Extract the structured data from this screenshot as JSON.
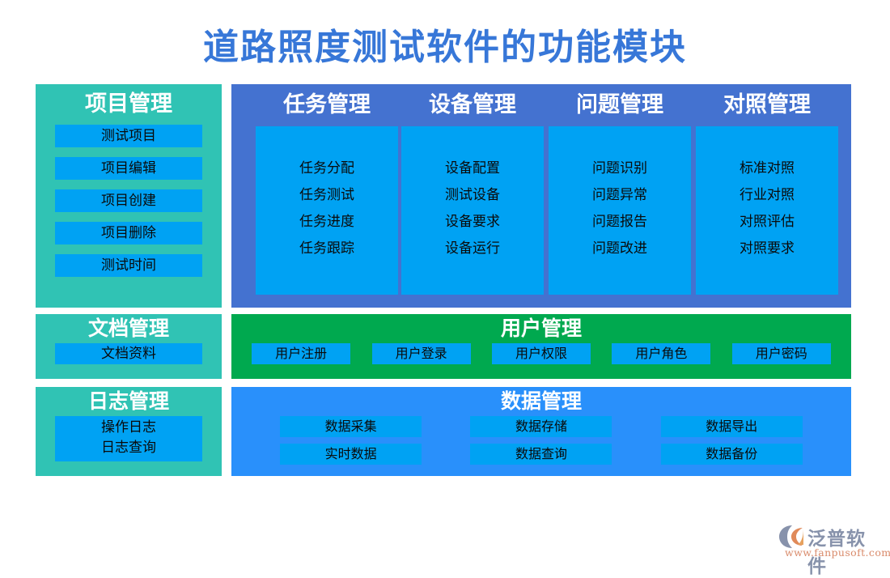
{
  "title": "道路照度测试软件的功能模块",
  "colors": {
    "title_blue": "#3777d8",
    "teal": "#30c3b4",
    "module_blue": "#4472D0",
    "chip_blue": "#00A2F3",
    "green": "#00A94F",
    "data_blue": "#2990FB",
    "logo_gray": "#8792ab",
    "logo_orange": "#d98a6a"
  },
  "row1": {
    "project": {
      "title": "项目管理",
      "items": [
        "测试项目",
        "项目编辑",
        "项目创建",
        "项目删除",
        "测试时间"
      ]
    },
    "modules": [
      {
        "title": "任务管理",
        "items": [
          "任务分配",
          "任务测试",
          "任务进度",
          "任务跟踪"
        ]
      },
      {
        "title": "设备管理",
        "items": [
          "设备配置",
          "测试设备",
          "设备要求",
          "设备运行"
        ]
      },
      {
        "title": "问题管理",
        "items": [
          "问题识别",
          "问题异常",
          "问题报告",
          "问题改进"
        ]
      },
      {
        "title": "对照管理",
        "items": [
          "标准对照",
          "行业对照",
          "对照评估",
          "对照要求"
        ]
      }
    ]
  },
  "row2": {
    "document": {
      "title": "文档管理",
      "items": [
        "文档资料"
      ]
    },
    "user": {
      "title": "用户管理",
      "items": [
        "用户注册",
        "用户登录",
        "用户权限",
        "用户角色",
        "用户密码"
      ]
    }
  },
  "row3": {
    "log": {
      "title": "日志管理",
      "items": [
        "操作日志",
        "日志查询"
      ]
    },
    "data": {
      "title": "数据管理",
      "items": [
        "数据采集",
        "数据存储",
        "数据导出",
        "实时数据",
        "数据查询",
        "数据备份"
      ]
    }
  },
  "logo": {
    "name": "泛普软件",
    "url": "www.fanpusoft.com"
  }
}
